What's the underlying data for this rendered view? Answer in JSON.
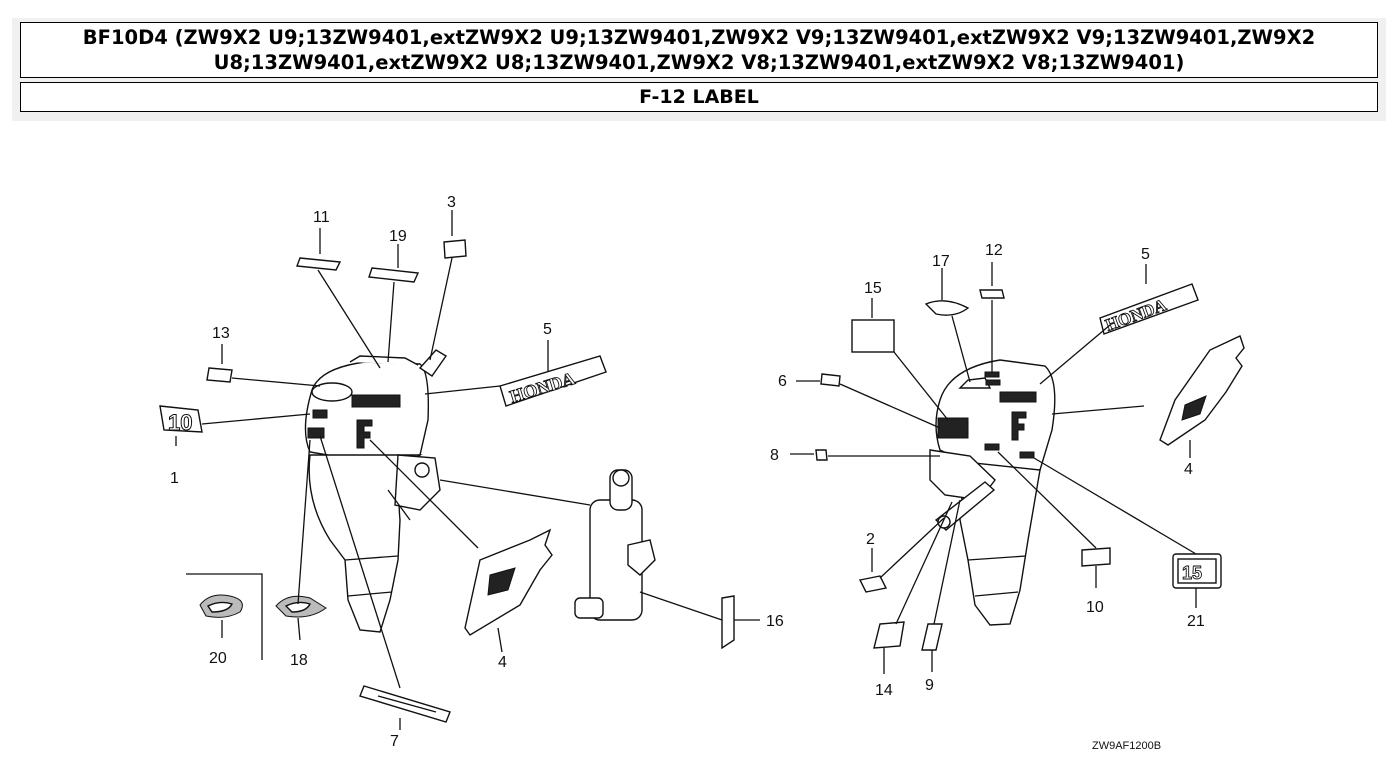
{
  "header": {
    "title": "BF10D4 (ZW9X2 U9;13ZW9401,extZW9X2 U9;13ZW9401,ZW9X2 V9;13ZW9401,extZW9X2 V9;13ZW9401,ZW9X2 U8;13ZW9401,extZW9X2 U8;13ZW9401,ZW9X2 V8;13ZW9401,extZW9X2 V8;13ZW9401)",
    "section": "F-12 LABEL"
  },
  "diagram": {
    "left_callouts": [
      "11",
      "19",
      "3",
      "13",
      "5",
      "1",
      "4",
      "16",
      "20",
      "18",
      "7"
    ],
    "right_callouts": [
      "17",
      "12",
      "15",
      "5",
      "6",
      "8",
      "4",
      "2",
      "10",
      "21",
      "14",
      "9"
    ],
    "honda_text": "HONDA",
    "label_10_text": "10",
    "label_15_text": "15",
    "drawing_code": "ZW9AF1200B"
  }
}
